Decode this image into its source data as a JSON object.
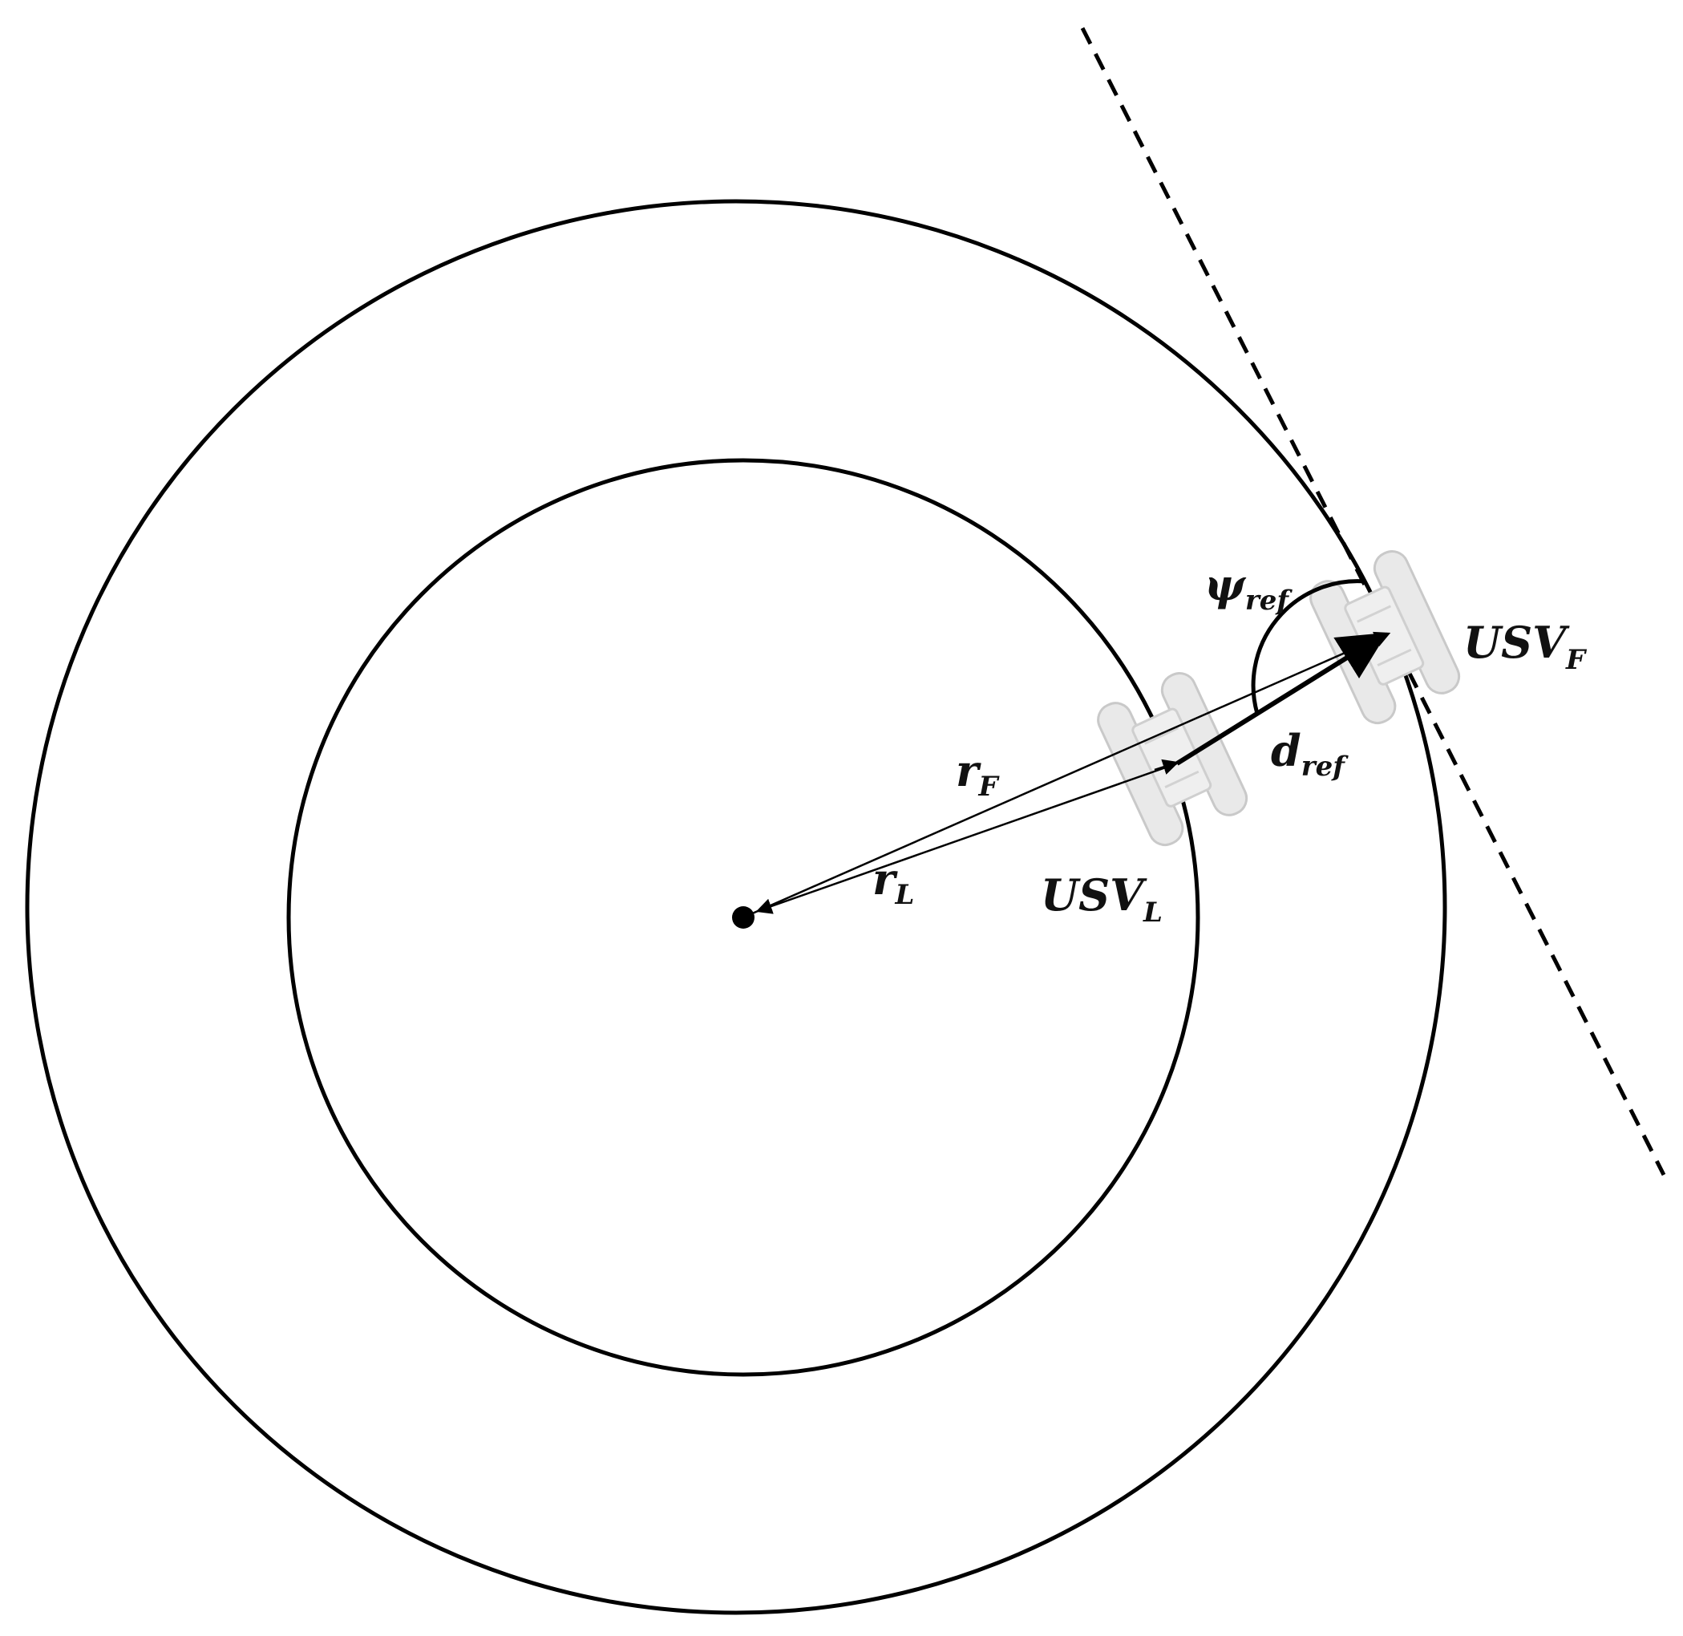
{
  "colors": {
    "stroke": "#000000",
    "vessel_fill": "#e9e9e9",
    "vessel_stroke": "#c9c9c9",
    "background": "#ffffff"
  },
  "labels": {
    "psi_ref": {
      "main": "ψ",
      "sub": "ref"
    },
    "usv_f": {
      "main": "USV",
      "sub": "F"
    },
    "r_f": {
      "main": "r",
      "sub": "F"
    },
    "d_ref": {
      "main": "d",
      "sub": "ref"
    },
    "r_l": {
      "main": "r",
      "sub": "L"
    },
    "usv_l": {
      "main": "USV",
      "sub": "L"
    }
  },
  "icons": {
    "leader_vessel": "usv-boat-icon",
    "follower_vessel": "usv-boat-icon",
    "center_point": "circle-dot-icon"
  }
}
